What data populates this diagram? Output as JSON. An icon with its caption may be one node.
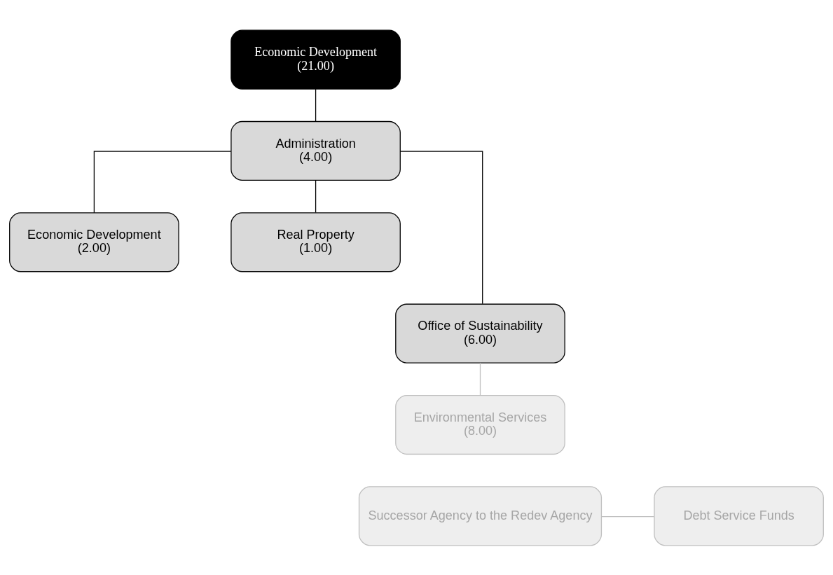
{
  "diagram": {
    "nodes": [
      {
        "text": [
          "Economic Development",
          "(21.00)"
        ]
      },
      {
        "text": [
          "Administration",
          "(4.00)"
        ]
      },
      {
        "text": [
          "Economic Development",
          "(2.00)"
        ]
      },
      {
        "text": [
          "Real Property",
          "(1.00)"
        ]
      },
      {
        "text": [
          "Office of Sustainability",
          "(6.00)"
        ]
      },
      {
        "text": [
          "Environmental Services",
          "(8.00)"
        ]
      },
      {
        "text": [
          "Successor Agency to the Redev Agency"
        ]
      },
      {
        "text": [
          "Debt Service Funds"
        ]
      }
    ],
    "edges": [
      {
        "from": 0,
        "to": 1,
        "arrow": "none"
      },
      {
        "from": 1,
        "to": 2,
        "arrow": "none"
      },
      {
        "from": 1,
        "to": 3,
        "arrow": "none"
      },
      {
        "from": 1,
        "to": 4,
        "arrow": "none"
      },
      {
        "from": 4,
        "to": 5,
        "arrow": "none",
        "color": "#bfbfbf"
      },
      {
        "from": 6,
        "to": 7,
        "arrow": "none",
        "color": "#bfbfbf"
      }
    ]
  }
}
